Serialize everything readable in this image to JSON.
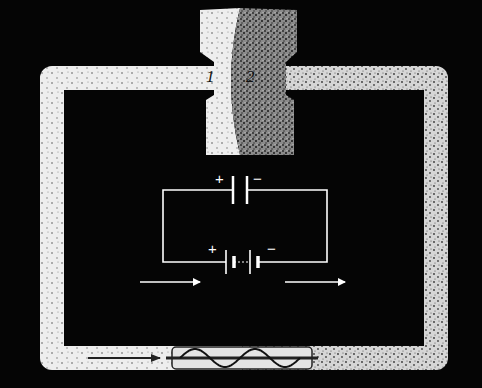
{
  "diagram": {
    "nodes": [
      {
        "text": [
          "1"
        ]
      },
      {
        "text": [
          "2"
        ]
      }
    ],
    "labels": [
      "+",
      "−",
      "+",
      "−"
    ]
  }
}
